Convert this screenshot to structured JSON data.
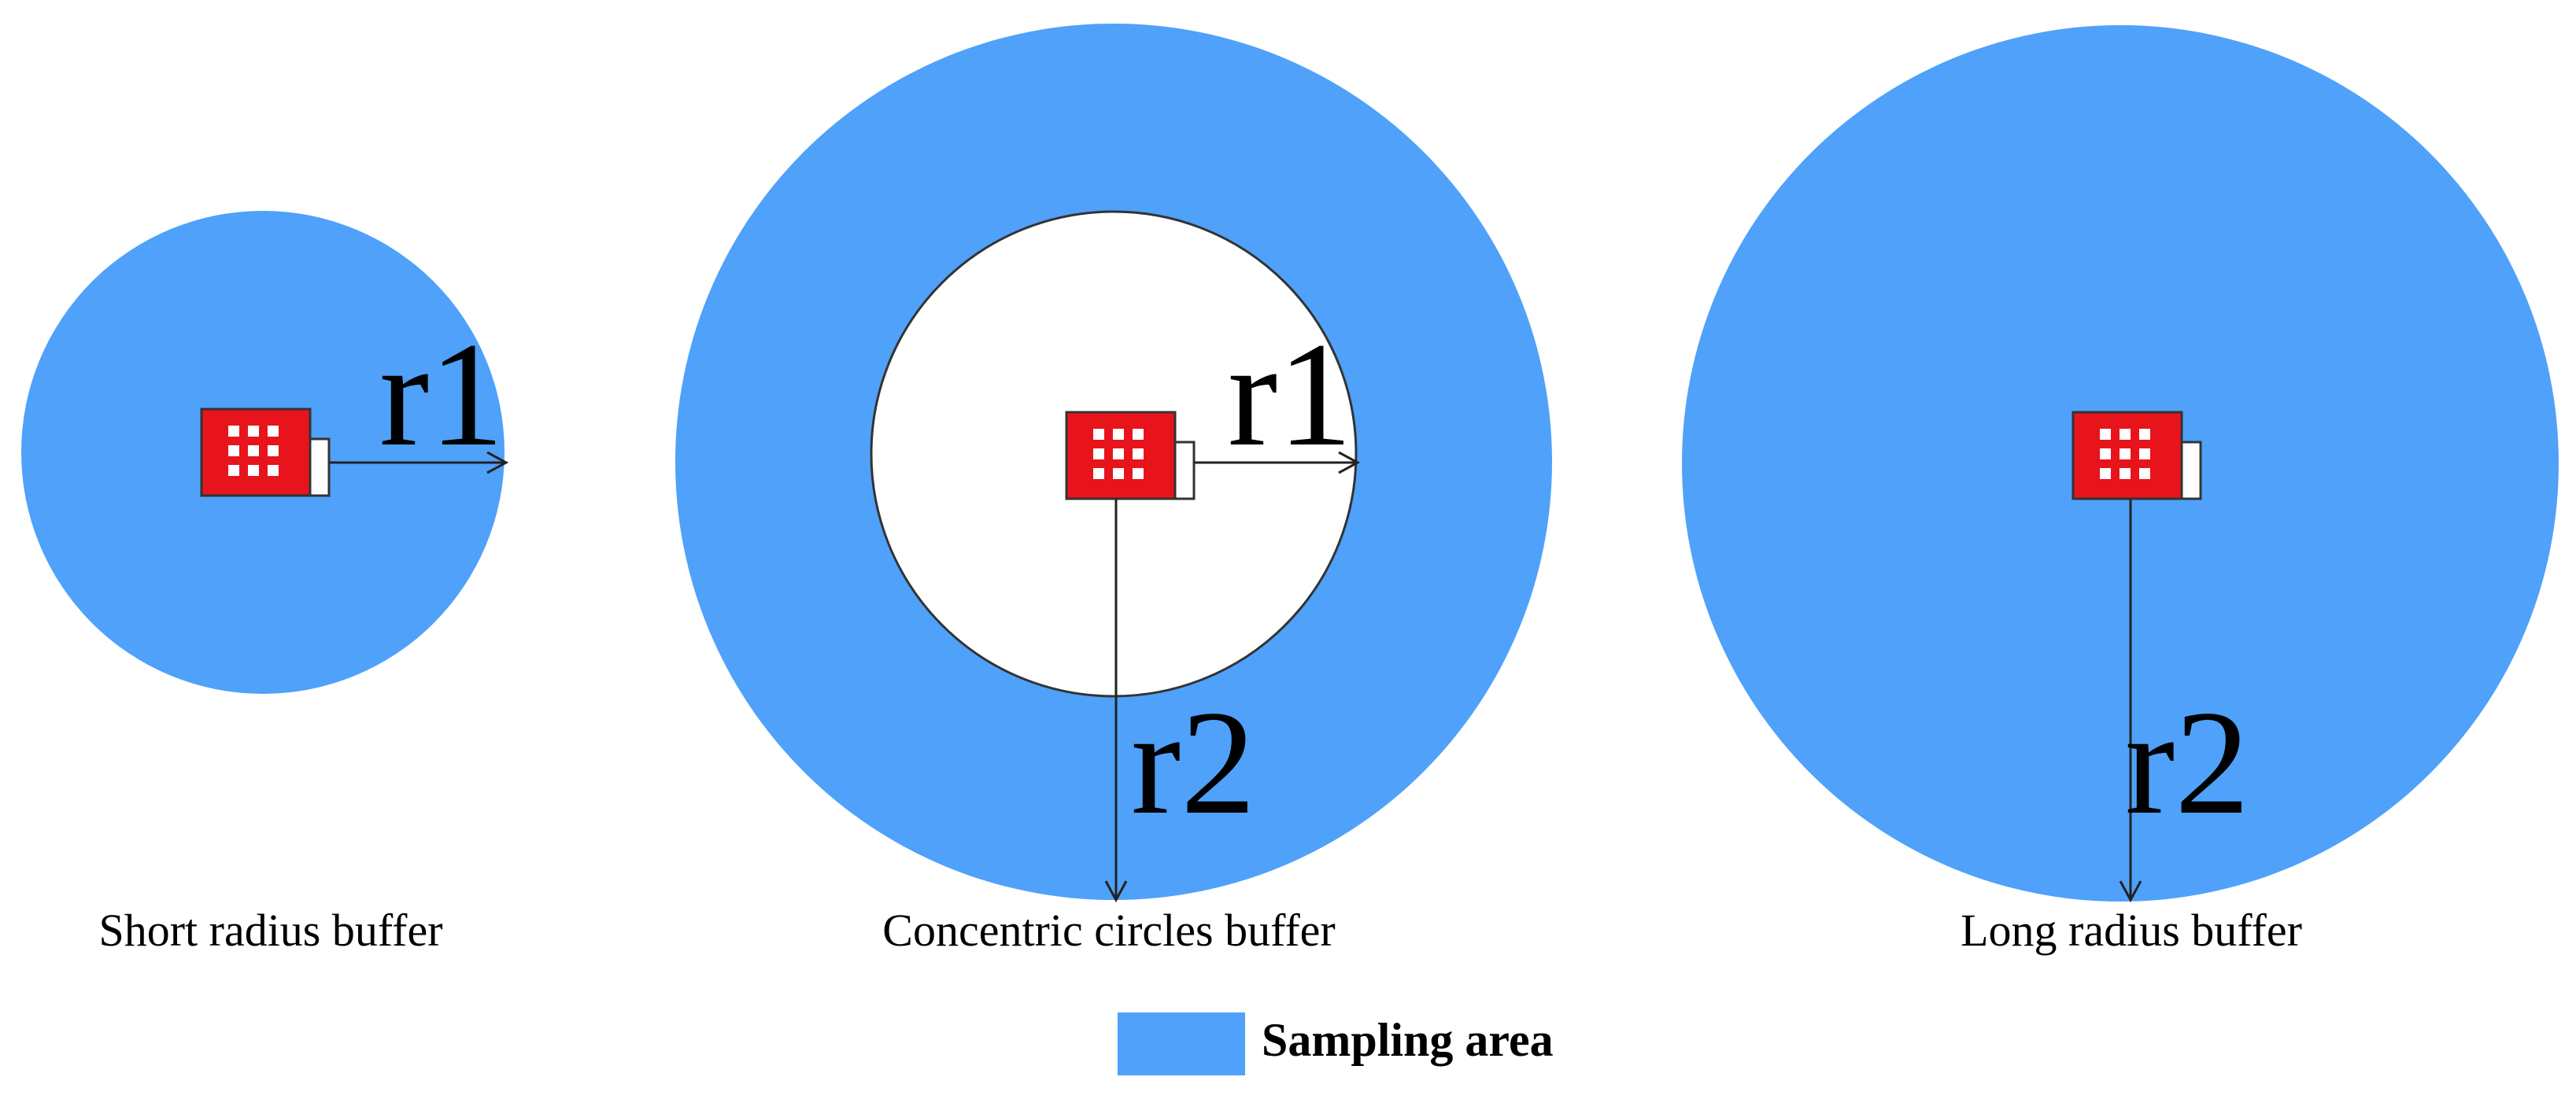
{
  "colors": {
    "sampling_area": "#4fa1fa",
    "background": "#ffffff",
    "station_red": "#e8141c",
    "outline": "#222222"
  },
  "panels": [
    {
      "id": "short",
      "caption": "Short radius buffer",
      "labels": [
        "r1"
      ],
      "icon": "station-icon"
    },
    {
      "id": "concentric",
      "caption": "Concentric circles buffer",
      "labels": [
        "r1",
        "r2"
      ],
      "icon": "station-icon"
    },
    {
      "id": "long",
      "caption": "Long radius buffer",
      "labels": [
        "r2"
      ],
      "icon": "station-icon"
    }
  ],
  "legend": {
    "label": "Sampling area",
    "swatch_color": "#4fa1fa"
  }
}
